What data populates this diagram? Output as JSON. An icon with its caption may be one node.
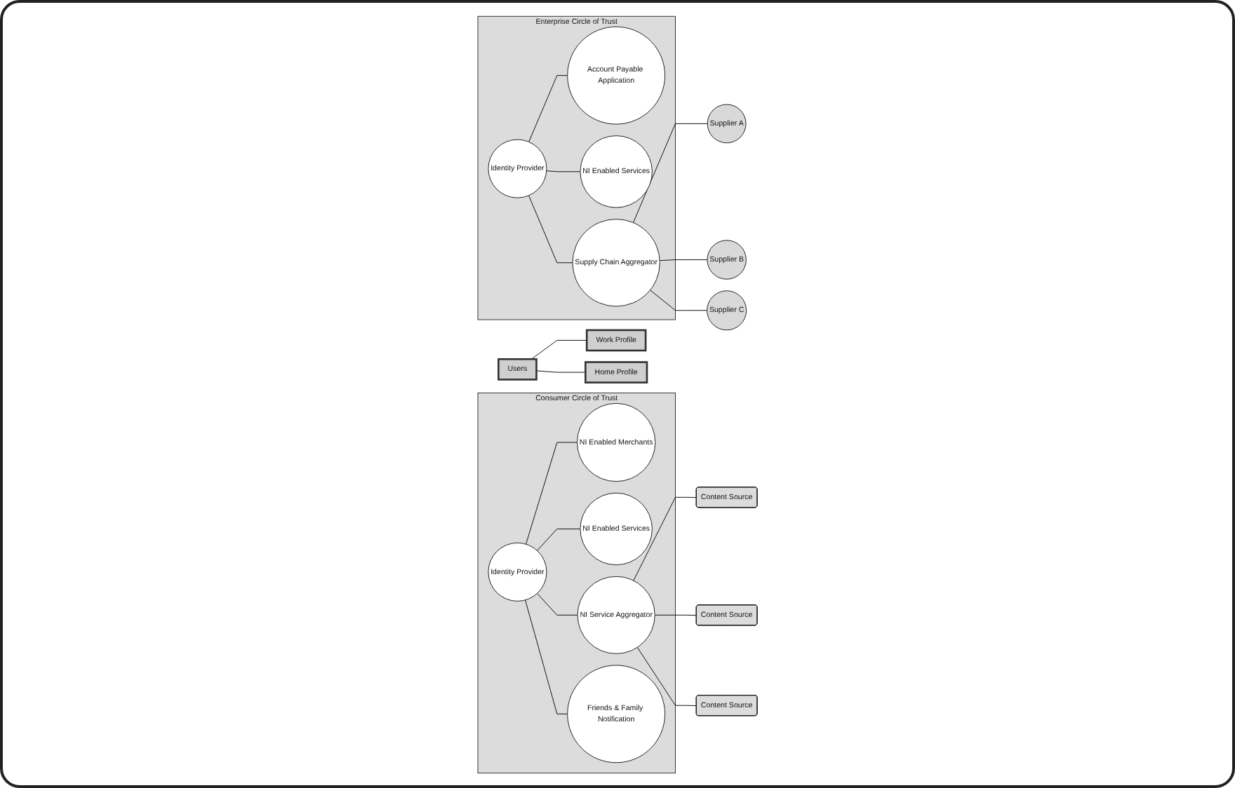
{
  "diagram": {
    "nodes": [
      {
        "text": [
          "Users"
        ]
      },
      {
        "text": [
          "Work Profile"
        ]
      },
      {
        "text": [
          "Home Profile"
        ]
      },
      {
        "text": [
          "Enterprise Circle of Trust"
        ]
      },
      {
        "text": [
          "Identity Provider"
        ],
        "in": 3
      },
      {
        "text": [
          "Account Payable Application"
        ],
        "in": 3
      },
      {
        "text": [
          "NI Enabled Services"
        ],
        "in": 3
      },
      {
        "text": [
          "Supply Chain Aggregator"
        ],
        "in": 3
      },
      {
        "text": [
          "Supplier A"
        ]
      },
      {
        "text": [
          "Supplier B"
        ]
      },
      {
        "text": [
          "Supplier C"
        ]
      },
      {
        "text": [
          "Consumer Circle of Trust"
        ]
      },
      {
        "text": [
          "Identity Provider"
        ],
        "in": 11
      },
      {
        "text": [
          "NI Enabled Merchants"
        ],
        "in": 11
      },
      {
        "text": [
          "NI Enabled Services"
        ],
        "in": 11
      },
      {
        "text": [
          "NI Service Aggregator"
        ],
        "in": 11
      },
      {
        "text": [
          "Friends & Family Notification"
        ],
        "in": 11
      },
      {
        "text": [
          "Content Source"
        ]
      },
      {
        "text": [
          "Content Source"
        ]
      },
      {
        "text": [
          "Content Source"
        ]
      }
    ],
    "edges": [
      {
        "from": 0,
        "to": 1,
        "arrow": "none"
      },
      {
        "from": 0,
        "to": 2,
        "arrow": "none"
      },
      {
        "from": 4,
        "to": 5,
        "arrow": "none"
      },
      {
        "from": 4,
        "to": 7,
        "arrow": "none"
      },
      {
        "from": 4,
        "to": 6,
        "arrow": "none"
      },
      {
        "from": 7,
        "to": 8,
        "arrow": "none"
      },
      {
        "from": 7,
        "to": 9,
        "arrow": "none"
      },
      {
        "from": 7,
        "to": 10,
        "arrow": "none"
      },
      {
        "from": 12,
        "to": 13,
        "arrow": "none"
      },
      {
        "from": 12,
        "to": 15,
        "arrow": "none"
      },
      {
        "from": 12,
        "to": 16,
        "arrow": "none"
      },
      {
        "from": 12,
        "to": 14,
        "arrow": "none"
      },
      {
        "from": 15,
        "to": 17,
        "arrow": "none"
      },
      {
        "from": 15,
        "to": 18,
        "arrow": "none"
      },
      {
        "from": 15,
        "to": 19,
        "arrow": "none"
      }
    ]
  }
}
